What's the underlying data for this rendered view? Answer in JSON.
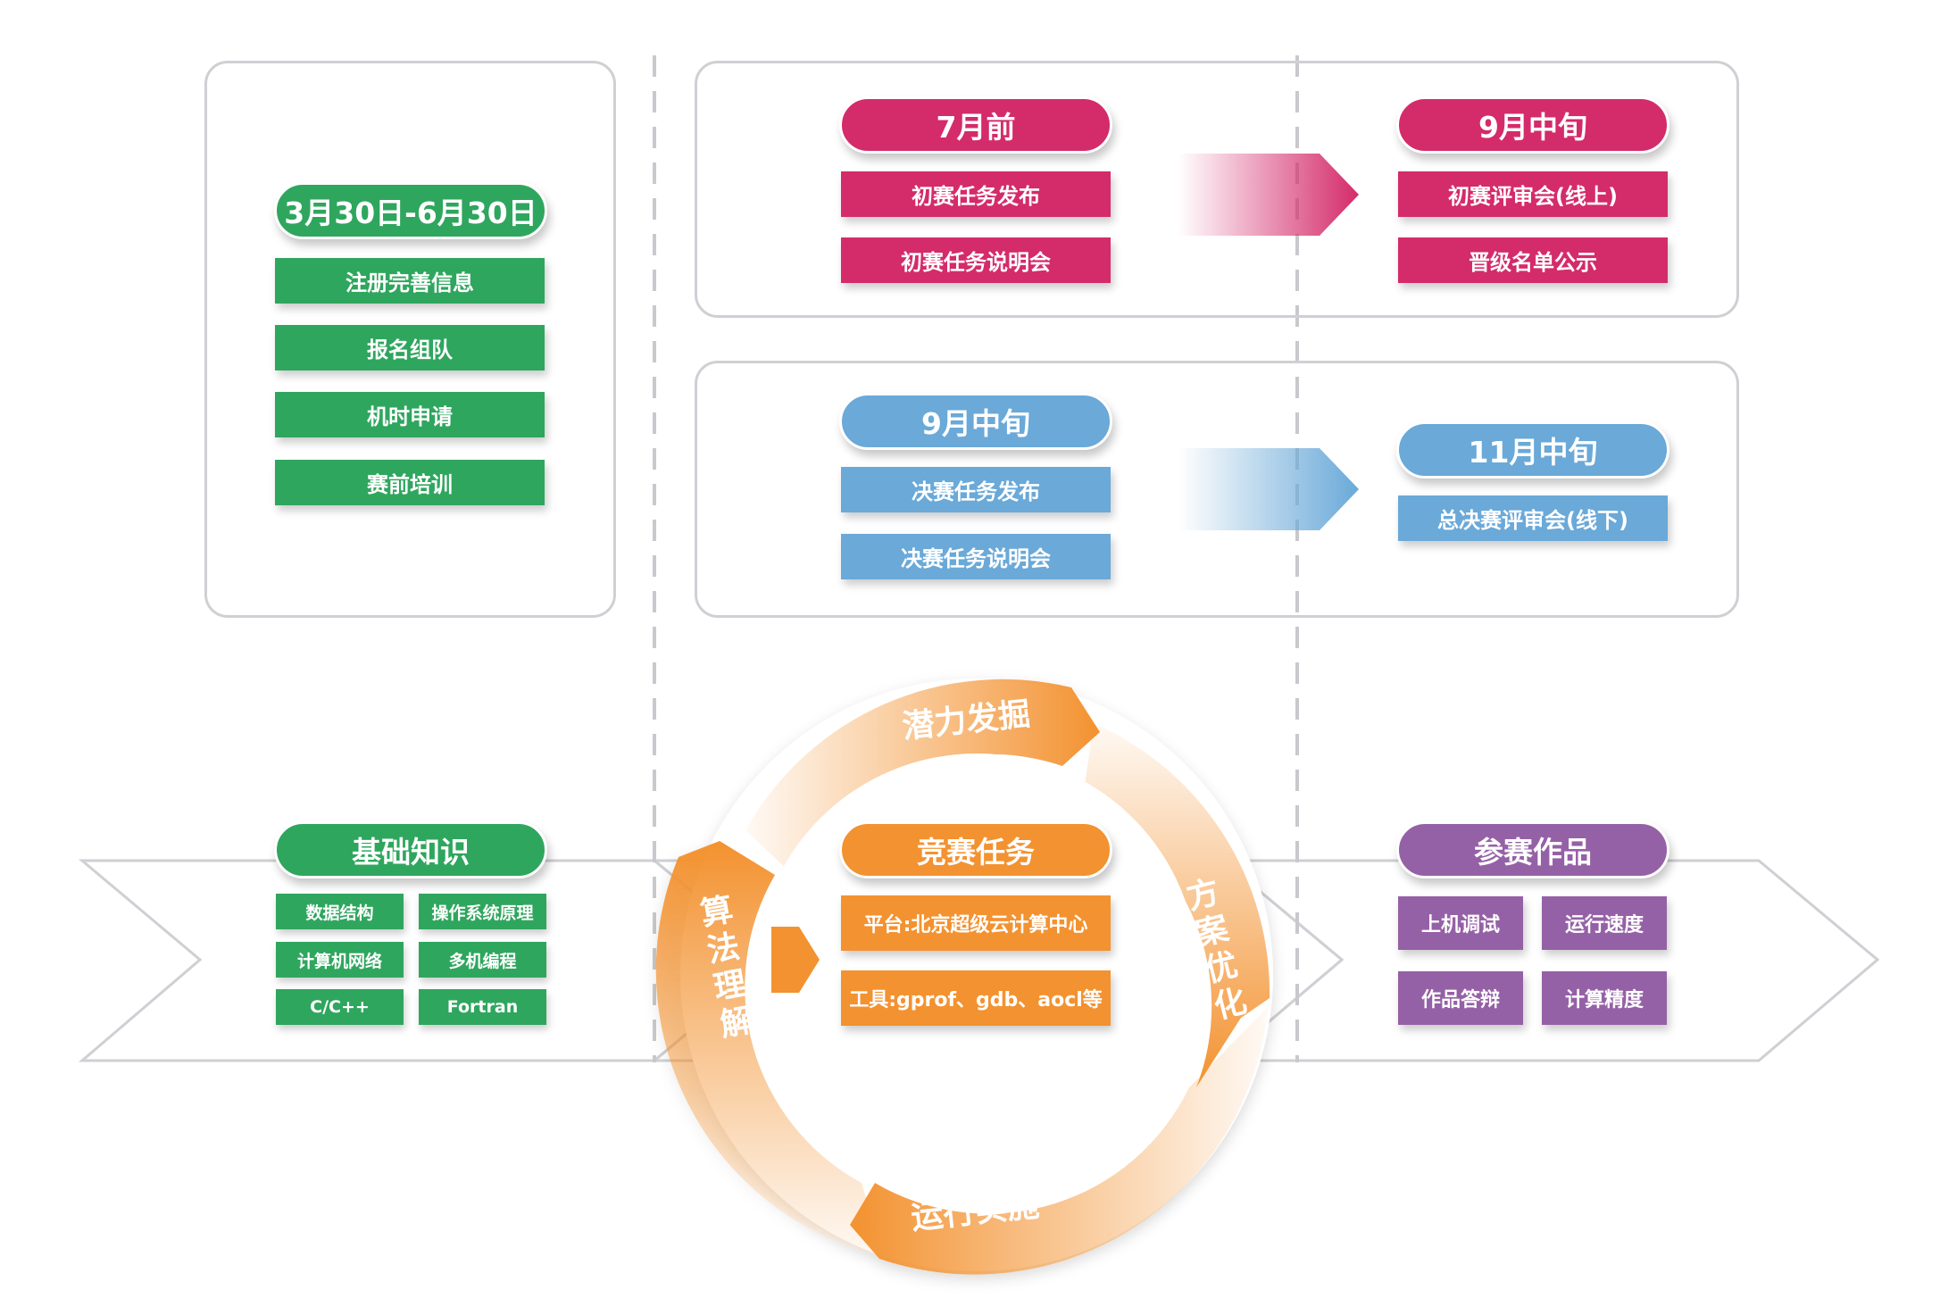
{
  "registration": {
    "date": "3月30日-6月30日",
    "items": [
      "注册完善信息",
      "报名组队",
      "机时申请",
      "赛前培训"
    ]
  },
  "preliminary": {
    "left_date": "7月前",
    "left_items": [
      "初赛任务发布",
      "初赛任务说明会"
    ],
    "right_date": "9月中旬",
    "right_items": [
      "初赛评审会(线上)",
      "晋级名单公示"
    ]
  },
  "final": {
    "left_date": "9月中旬",
    "left_items": [
      "决赛任务发布",
      "决赛任务说明会"
    ],
    "right_date": "11月中旬",
    "right_items": [
      "总决赛评审会(线下)"
    ]
  },
  "basics": {
    "title": "基础知识",
    "items": [
      "数据结构",
      "操作系统原理",
      "计算机网络",
      "多机编程",
      "C/C++",
      "Fortran"
    ]
  },
  "cycle": {
    "top": "潜力发掘",
    "right": "方案优化",
    "bottom": "运行实施",
    "left": "算法理解"
  },
  "task": {
    "title": "竞赛任务",
    "items": [
      "平台:北京超级云计算中心",
      "工具:gprof、gdb、aocl等"
    ]
  },
  "works": {
    "title": "参赛作品",
    "items": [
      "上机调试",
      "运行速度",
      "作品答辩",
      "计算精度"
    ]
  },
  "colors": {
    "green": "#2fa65e",
    "red": "#d42b6a",
    "blue": "#6aa9d8",
    "orange": "#f39230",
    "purple": "#9561a6"
  }
}
